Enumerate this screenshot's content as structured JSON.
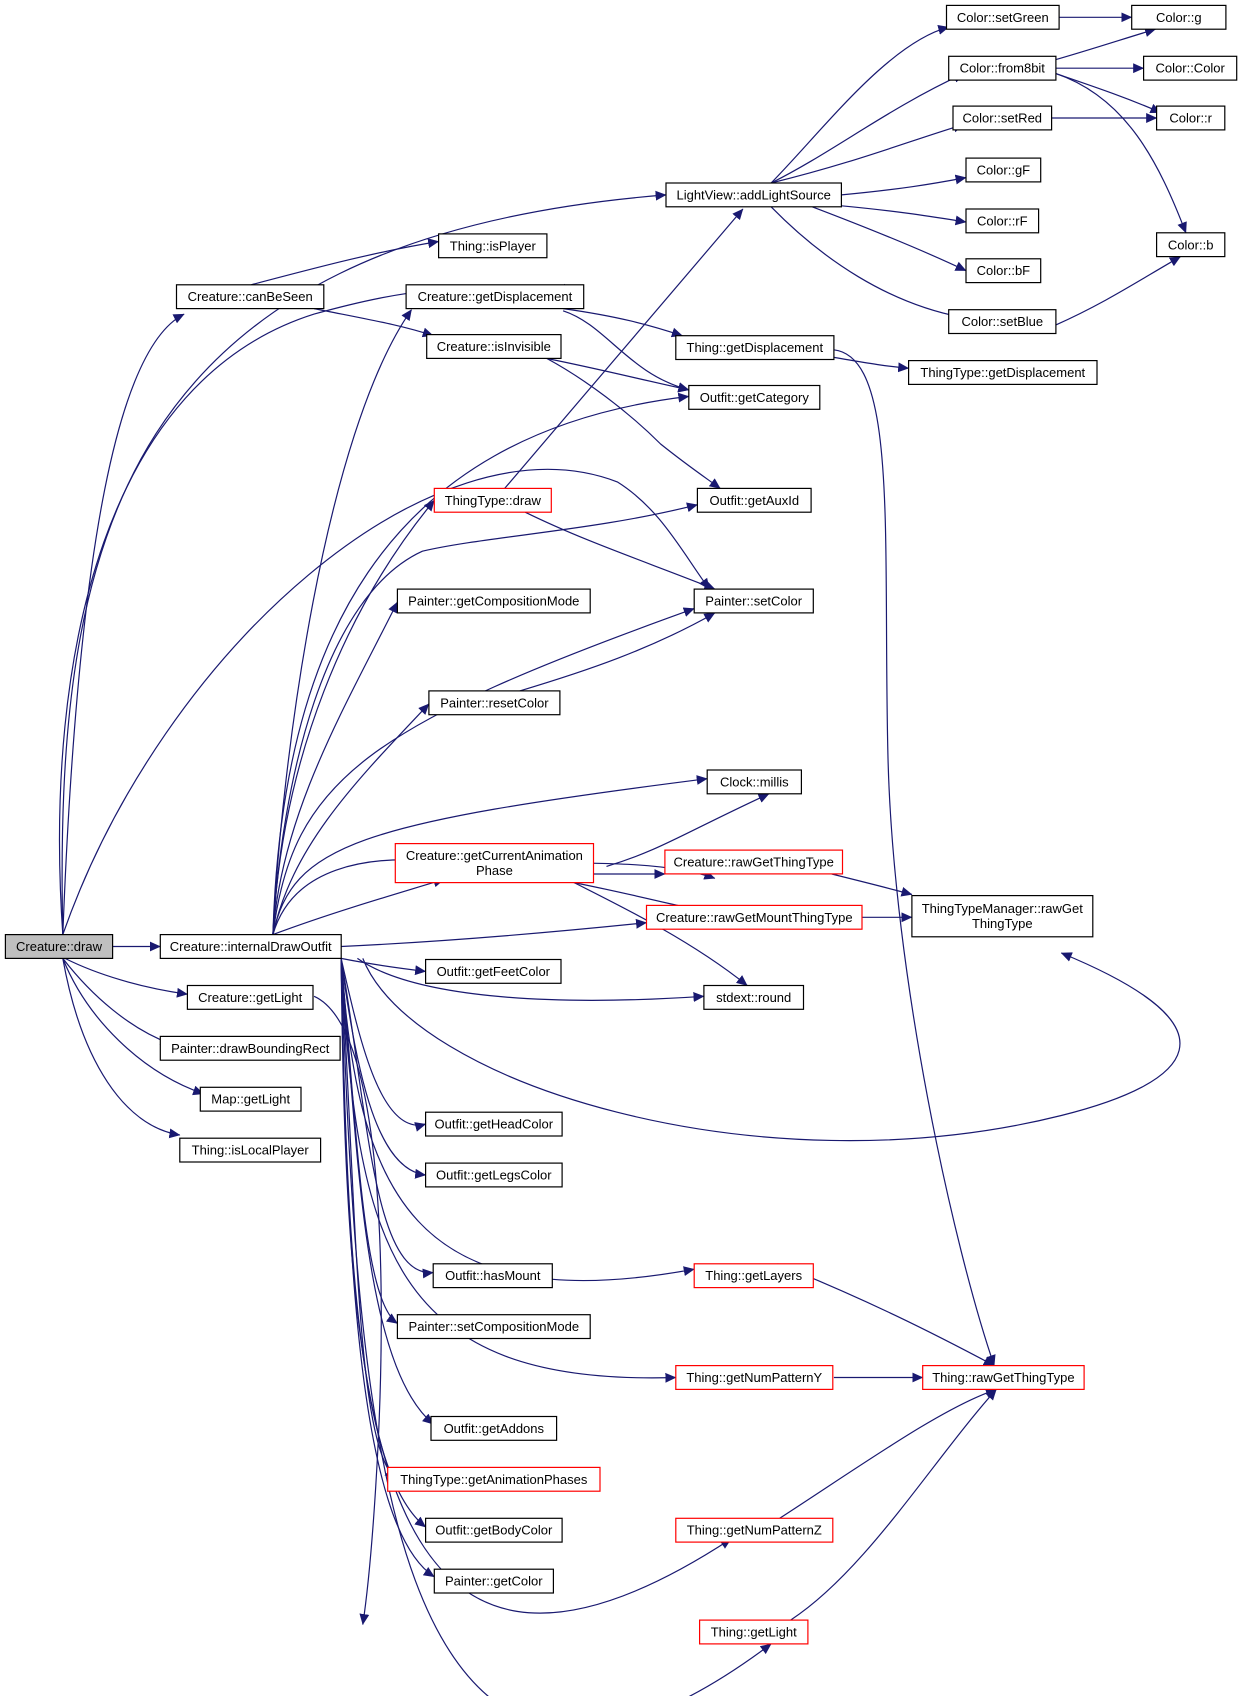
{
  "diagram": {
    "title": "",
    "colors": {
      "edge": "#191970",
      "node_border": "#000000",
      "truncated_border": "#ff0000",
      "root_fill": "#bfbfbf",
      "node_fill": "#ffffff"
    },
    "nodes": [
      {
        "id": "creature_draw",
        "label": "Creature::draw",
        "style": "root"
      },
      {
        "id": "internalDrawOutfit",
        "label": "Creature::internalDrawOutfit",
        "style": "normal"
      },
      {
        "id": "canBeSeen",
        "label": "Creature::canBeSeen",
        "style": "normal"
      },
      {
        "id": "creature_getLight",
        "label": "Creature::getLight",
        "style": "normal"
      },
      {
        "id": "drawBoundingRect",
        "label": "Painter::drawBoundingRect",
        "style": "normal"
      },
      {
        "id": "map_getLight",
        "label": "Map::getLight",
        "style": "normal"
      },
      {
        "id": "isLocalPlayer",
        "label": "Thing::isLocalPlayer",
        "style": "normal"
      },
      {
        "id": "isPlayer",
        "label": "Thing::isPlayer",
        "style": "normal"
      },
      {
        "id": "creature_getDisplacement",
        "label": "Creature::getDisplacement",
        "style": "normal"
      },
      {
        "id": "isInvisible",
        "label": "Creature::isInvisible",
        "style": "normal"
      },
      {
        "id": "thingtype_draw",
        "label": "ThingType::draw",
        "style": "truncated"
      },
      {
        "id": "getCompositionMode",
        "label": "Painter::getCompositionMode",
        "style": "normal"
      },
      {
        "id": "resetColor",
        "label": "Painter::resetColor",
        "style": "normal"
      },
      {
        "id": "getCurrentAnimationPhase",
        "label": "Creature::getCurrentAnimation Phase",
        "label_lines": [
          "Creature::getCurrentAnimation",
          "Phase"
        ],
        "style": "truncated"
      },
      {
        "id": "getFeetColor",
        "label": "Outfit::getFeetColor",
        "style": "normal"
      },
      {
        "id": "getHeadColor",
        "label": "Outfit::getHeadColor",
        "style": "normal"
      },
      {
        "id": "getLegsColor",
        "label": "Outfit::getLegsColor",
        "style": "normal"
      },
      {
        "id": "hasMount",
        "label": "Outfit::hasMount",
        "style": "normal"
      },
      {
        "id": "setCompositionMode",
        "label": "Painter::setCompositionMode",
        "style": "normal"
      },
      {
        "id": "getAddons",
        "label": "Outfit::getAddons",
        "style": "normal"
      },
      {
        "id": "getAnimationPhases",
        "label": "ThingType::getAnimationPhases",
        "style": "truncated"
      },
      {
        "id": "getBodyColor",
        "label": "Outfit::getBodyColor",
        "style": "normal"
      },
      {
        "id": "painter_getColor",
        "label": "Painter::getColor",
        "style": "normal"
      },
      {
        "id": "addLightSource",
        "label": "LightView::addLightSource",
        "style": "normal"
      },
      {
        "id": "thing_getDisplacement",
        "label": "Thing::getDisplacement",
        "style": "normal"
      },
      {
        "id": "getCategory",
        "label": "Outfit::getCategory",
        "style": "normal"
      },
      {
        "id": "getAuxId",
        "label": "Outfit::getAuxId",
        "style": "normal"
      },
      {
        "id": "setColor",
        "label": "Painter::setColor",
        "style": "normal"
      },
      {
        "id": "millis",
        "label": "Clock::millis",
        "style": "normal"
      },
      {
        "id": "rawGetThingType",
        "label": "Creature::rawGetThingType",
        "style": "truncated"
      },
      {
        "id": "rawGetMountThingType",
        "label": "Creature::rawGetMountThingType",
        "style": "truncated"
      },
      {
        "id": "round",
        "label": "stdext::round",
        "style": "normal"
      },
      {
        "id": "getLayers",
        "label": "Thing::getLayers",
        "style": "truncated"
      },
      {
        "id": "getNumPatternY",
        "label": "Thing::getNumPatternY",
        "style": "truncated"
      },
      {
        "id": "getNumPatternZ",
        "label": "Thing::getNumPatternZ",
        "style": "truncated"
      },
      {
        "id": "thing_getLight",
        "label": "Thing::getLight",
        "style": "truncated"
      },
      {
        "id": "setGreen",
        "label": "Color::setGreen",
        "style": "normal"
      },
      {
        "id": "from8bit",
        "label": "Color::from8bit",
        "style": "normal"
      },
      {
        "id": "setRed",
        "label": "Color::setRed",
        "style": "normal"
      },
      {
        "id": "gF",
        "label": "Color::gF",
        "style": "normal"
      },
      {
        "id": "rF",
        "label": "Color::rF",
        "style": "normal"
      },
      {
        "id": "bF",
        "label": "Color::bF",
        "style": "normal"
      },
      {
        "id": "setBlue",
        "label": "Color::setBlue",
        "style": "normal"
      },
      {
        "id": "thingtype_getDisplacement",
        "label": "ThingType::getDisplacement",
        "style": "normal"
      },
      {
        "id": "tm_rawGetThingType",
        "label": "ThingTypeManager::rawGet ThingType",
        "label_lines": [
          "ThingTypeManager::rawGet",
          "ThingType"
        ],
        "style": "normal"
      },
      {
        "id": "thing_rawGetThingType",
        "label": "Thing::rawGetThingType",
        "style": "truncated"
      },
      {
        "id": "color_g",
        "label": "Color::g",
        "style": "normal"
      },
      {
        "id": "color_Color",
        "label": "Color::Color",
        "style": "normal"
      },
      {
        "id": "color_r",
        "label": "Color::r",
        "style": "normal"
      },
      {
        "id": "color_b",
        "label": "Color::b",
        "style": "normal"
      }
    ]
  }
}
